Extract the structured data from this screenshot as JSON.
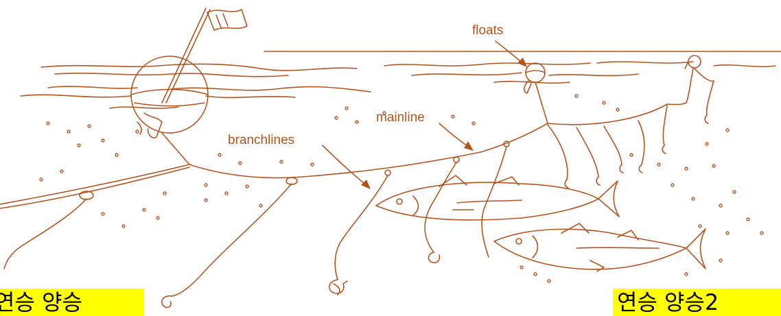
{
  "diagram": {
    "labels": {
      "floats": "floats",
      "mainline": "mainline",
      "branchlines": "branchlines"
    },
    "colors": {
      "ink": "#b3541e",
      "highlight": "#ffff00",
      "caption_text": "#000000"
    }
  },
  "captions": {
    "left": "연승 양승",
    "right": "연승 양승2"
  }
}
